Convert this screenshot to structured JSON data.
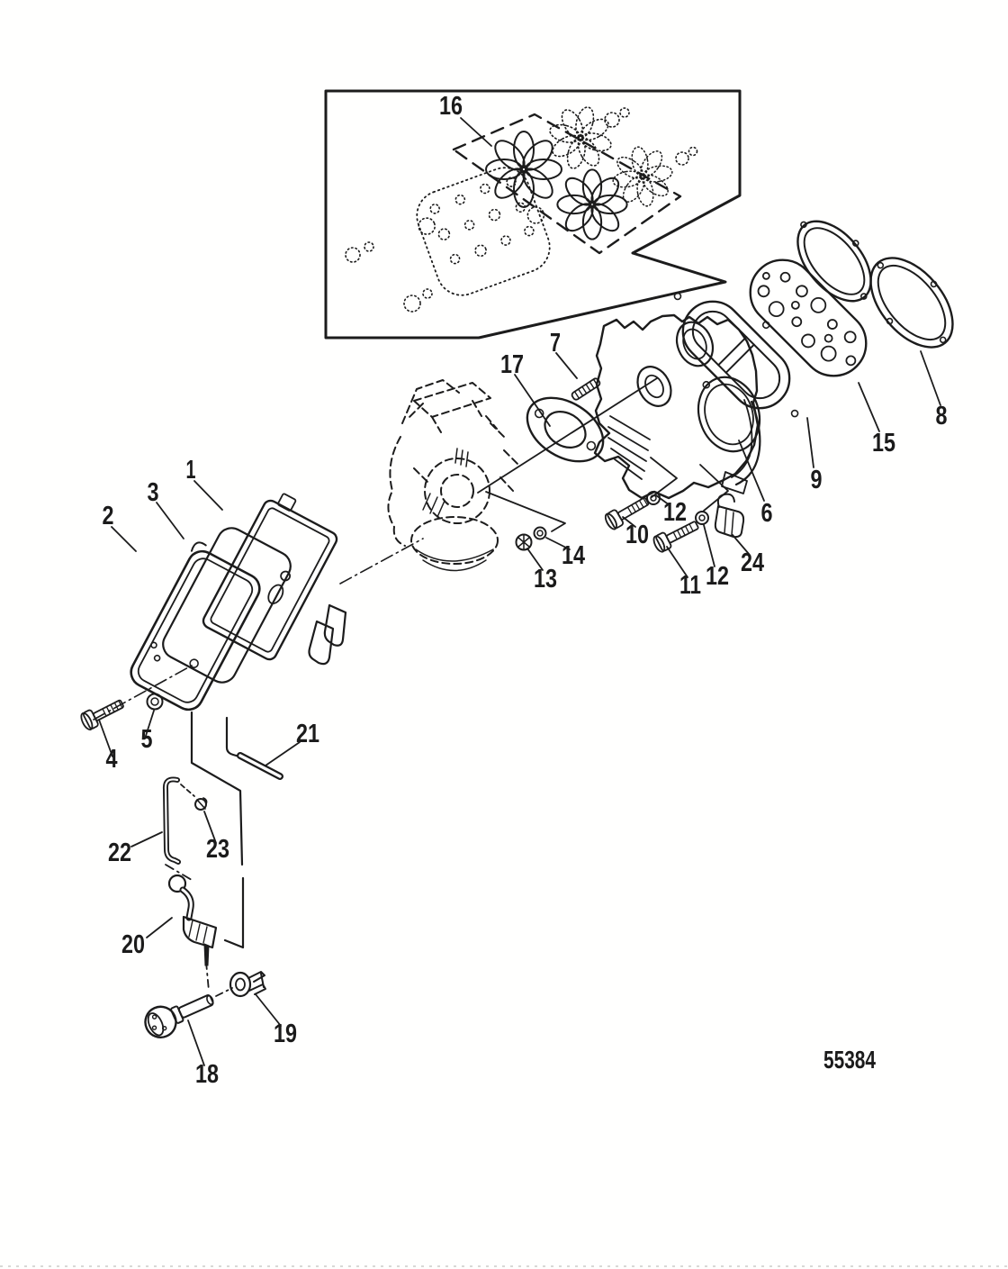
{
  "figure_number": "55384",
  "callouts": {
    "n1": "1",
    "n2": "2",
    "n3": "3",
    "n4": "4",
    "n5": "5",
    "n6": "6",
    "n7": "7",
    "n8": "8",
    "n9": "9",
    "n10": "10",
    "n11": "11",
    "n12_upper": "12",
    "n12_lower": "12",
    "n13": "13",
    "n14": "14",
    "n15": "15",
    "n16": "16",
    "n17": "17",
    "n18": "18",
    "n19": "19",
    "n20": "20",
    "n21": "21",
    "n22": "22",
    "n23": "23",
    "n24": "24"
  }
}
